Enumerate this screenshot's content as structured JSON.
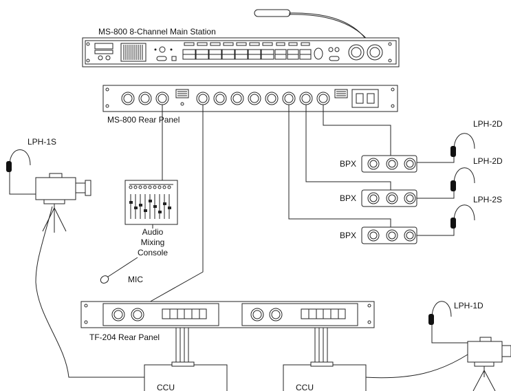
{
  "labels": {
    "main_station": "MS-800 8-Channel Main Station",
    "rear_panel": "MS-800 Rear Panel",
    "lph_1s": "LPH-1S",
    "lph_2d_top": "LPH-2D",
    "lph_2d_mid": "LPH-2D",
    "lph_2s": "LPH-2S",
    "lph_1d": "LPH-1D",
    "bpx_1": "BPX",
    "bpx_2": "BPX",
    "bpx_3": "BPX",
    "console_line1": "Audio",
    "console_line2": "Mixing",
    "console_line3": "Console",
    "mic": "MIC",
    "tf204": "TF-204 Rear Panel",
    "ccu_left": "CCU",
    "ccu_right": "CCU"
  },
  "colors": {
    "line": "#222222",
    "background": "#ffffff"
  }
}
